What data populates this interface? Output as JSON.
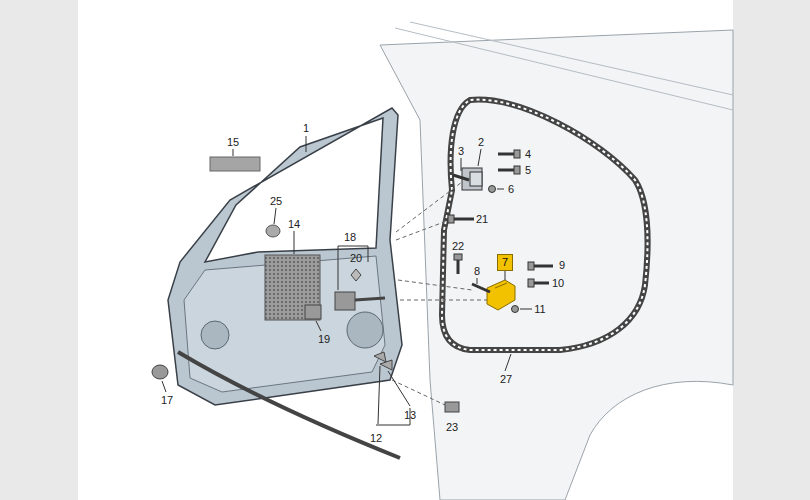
{
  "diagram": {
    "nodes": [
      {
        "text": [
          "7"
        ]
      }
    ],
    "labels": [
      "15",
      "1",
      "2",
      "3",
      "4",
      "5",
      "6",
      "25",
      "14",
      "21",
      "18",
      "22",
      "20",
      "9",
      "8",
      "10",
      "11",
      "19",
      "27",
      "17",
      "13",
      "12",
      "23"
    ]
  }
}
